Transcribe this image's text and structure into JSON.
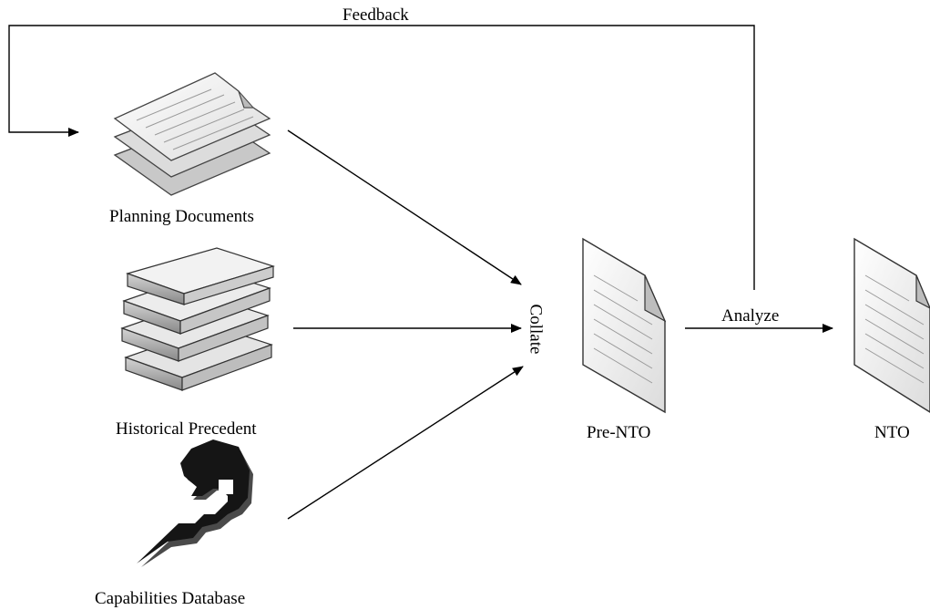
{
  "edges": {
    "feedback": "Feedback",
    "collate": "Collate",
    "analyze": "Analyze"
  },
  "nodes": {
    "planning_documents": "Planning Documents",
    "historical_precedent": "Historical Precedent",
    "capabilities_database": "Capabilities Database",
    "pre_nto": "Pre-NTO",
    "nto": "NTO"
  }
}
